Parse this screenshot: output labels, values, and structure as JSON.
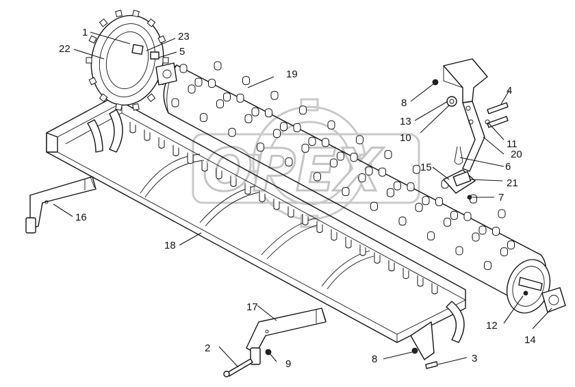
{
  "watermark": {
    "text": "OPEX"
  },
  "callouts": [
    {
      "id": "c1",
      "text": "1"
    },
    {
      "id": "c22",
      "text": "22"
    },
    {
      "id": "c23",
      "text": "23"
    },
    {
      "id": "c5",
      "text": "5"
    },
    {
      "id": "c19",
      "text": "19"
    },
    {
      "id": "c8a",
      "text": "8"
    },
    {
      "id": "c4",
      "text": "4"
    },
    {
      "id": "c13",
      "text": "13"
    },
    {
      "id": "c10",
      "text": "10"
    },
    {
      "id": "c11",
      "text": "11"
    },
    {
      "id": "c20",
      "text": "20"
    },
    {
      "id": "c6",
      "text": "6"
    },
    {
      "id": "c15",
      "text": "15"
    },
    {
      "id": "c21",
      "text": "21"
    },
    {
      "id": "c7",
      "text": "7"
    },
    {
      "id": "c16",
      "text": "16"
    },
    {
      "id": "c18",
      "text": "18"
    },
    {
      "id": "c17",
      "text": "17"
    },
    {
      "id": "c2",
      "text": "2"
    },
    {
      "id": "c9",
      "text": "9"
    },
    {
      "id": "c8b",
      "text": "8"
    },
    {
      "id": "c3",
      "text": "3"
    },
    {
      "id": "c12",
      "text": "12"
    },
    {
      "id": "c14",
      "text": "14"
    }
  ]
}
